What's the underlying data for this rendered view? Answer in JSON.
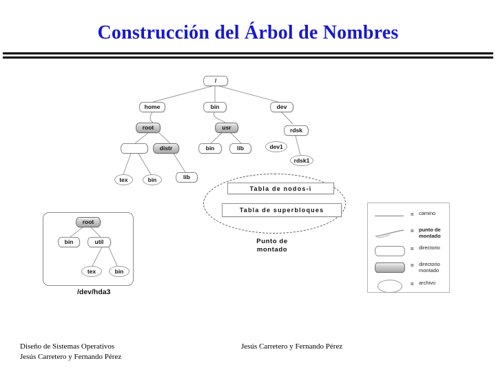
{
  "slide": {
    "title": "Construcción del Árbol de Nombres"
  },
  "diagram": {
    "main_tree": {
      "nodes": [
        {
          "id": "root-slash",
          "label": "/",
          "kind": "directorio"
        },
        {
          "id": "home",
          "label": "home",
          "kind": "directorio"
        },
        {
          "id": "bin-top",
          "label": "bin",
          "kind": "directorio"
        },
        {
          "id": "dev",
          "label": "dev",
          "kind": "directorio"
        },
        {
          "id": "root-dir",
          "label": "root",
          "kind": "directorio-montado"
        },
        {
          "id": "usr",
          "label": "usr",
          "kind": "directorio-montado"
        },
        {
          "id": "rdsk",
          "label": "rdsk",
          "kind": "directorio"
        },
        {
          "id": "unnamed",
          "label": "",
          "kind": "directorio"
        },
        {
          "id": "distr",
          "label": "distr",
          "kind": "directorio-montado"
        },
        {
          "id": "usr-bin",
          "label": "bin",
          "kind": "directorio"
        },
        {
          "id": "usr-lib",
          "label": "lib",
          "kind": "directorio"
        },
        {
          "id": "dev1",
          "label": "dev1",
          "kind": "archivo"
        },
        {
          "id": "rdsk1",
          "label": "rdsk1",
          "kind": "archivo"
        },
        {
          "id": "tex",
          "label": "tex",
          "kind": "archivo"
        },
        {
          "id": "bin-leaf",
          "label": "bin",
          "kind": "archivo"
        },
        {
          "id": "distr-lib",
          "label": "lib",
          "kind": "directorio"
        }
      ]
    },
    "mount_point": {
      "table_inodes": "Tabla  de  nodos-i",
      "table_superblocks": "Tabla  de  superbloques",
      "caption_line1": "Punto  de",
      "caption_line2": "montado"
    },
    "subtree_hda3": {
      "device_label": "/dev/hda3",
      "nodes": [
        {
          "id": "h-root",
          "label": "root",
          "kind": "directorio-montado"
        },
        {
          "id": "h-bin",
          "label": "bin",
          "kind": "directorio"
        },
        {
          "id": "h-util",
          "label": "util",
          "kind": "directorio"
        },
        {
          "id": "h-tex",
          "label": "tex",
          "kind": "archivo"
        },
        {
          "id": "h-bin2",
          "label": "bin",
          "kind": "archivo"
        }
      ]
    },
    "legend": {
      "equals": "=",
      "items": [
        {
          "symbol": "line",
          "label": "camino"
        },
        {
          "symbol": "curved-line",
          "label": "punto  de\nmontado"
        },
        {
          "symbol": "rounded-rect",
          "label": "directorio"
        },
        {
          "symbol": "gray-rect",
          "label": "directorio\nmontado"
        },
        {
          "symbol": "ellipse",
          "label": "archivo"
        }
      ]
    }
  },
  "footer": {
    "left_line1": "Diseño de Sistemas Operativos",
    "left_line2": "Jesús Carretero y Fernando Pérez",
    "center": "Jesús Carretero y Fernando Pérez"
  },
  "colors": {
    "title": "#1919CC",
    "rule": "#000000",
    "mounted_dir": "#b0b0b0",
    "node_stroke": "#8a8a8a"
  }
}
